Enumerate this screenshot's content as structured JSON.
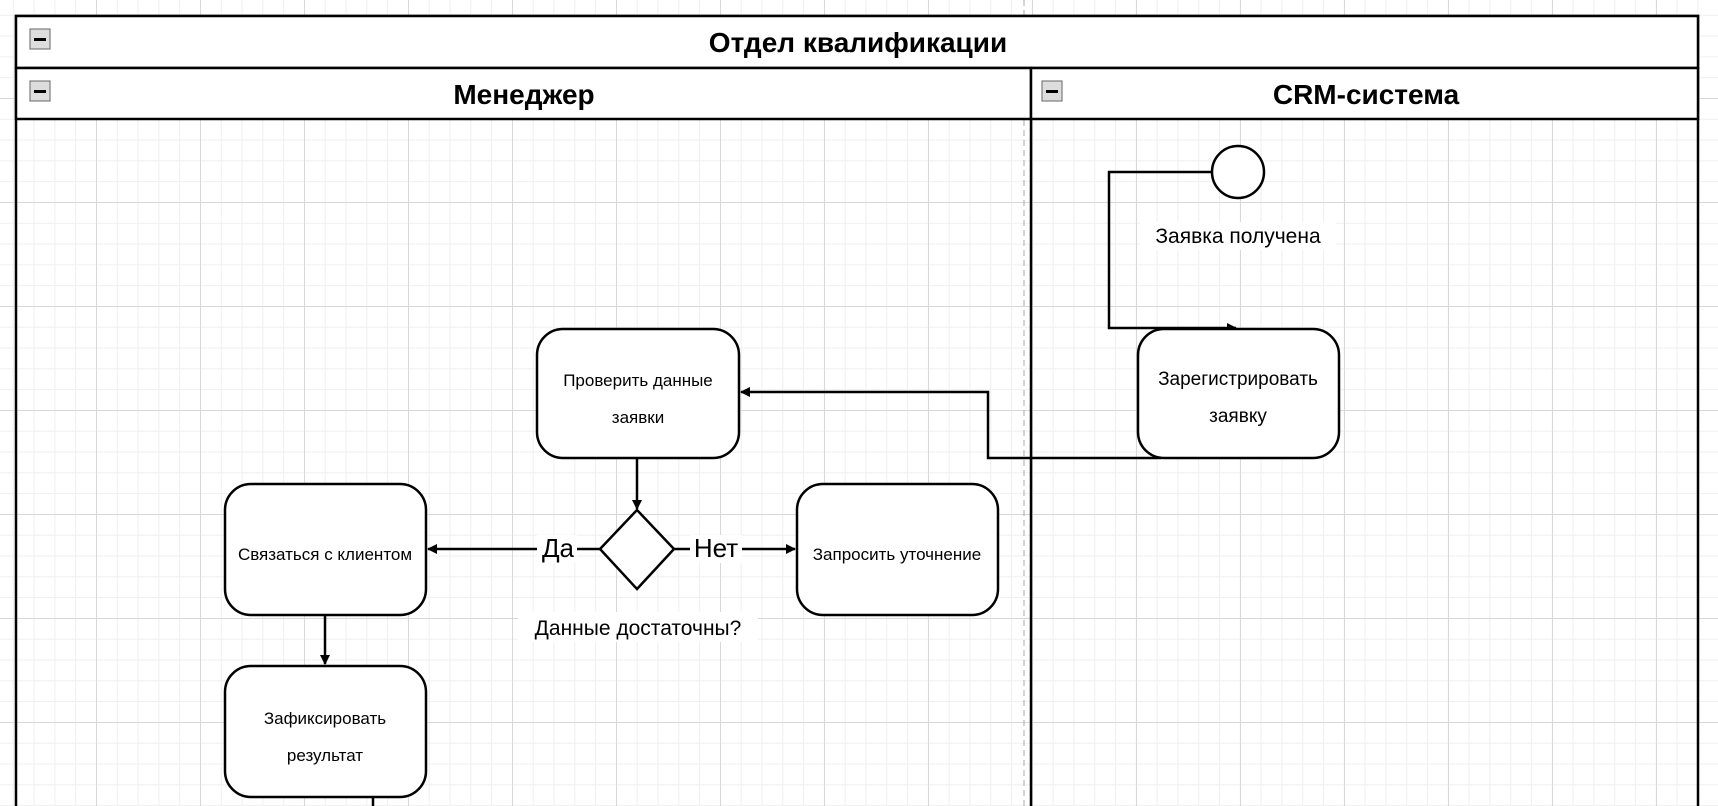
{
  "pool": {
    "title": "Отдел квалификации"
  },
  "lanes": [
    {
      "title": "Менеджер"
    },
    {
      "title": "CRM-система"
    }
  ],
  "nodes": {
    "start_label": "Заявка получена",
    "register": [
      "Зарегистрировать",
      "заявку"
    ],
    "check": [
      "Проверить данные",
      "заявки"
    ],
    "decision_label": "Данные достаточны?",
    "contact": "Связаться с клиентом",
    "clarify": "Запросить уточнение",
    "record": [
      "Зафиксировать",
      "результат"
    ]
  },
  "edges": {
    "yes": "Да",
    "no": "Нет"
  },
  "icons": {
    "collapse": "minus-icon"
  }
}
